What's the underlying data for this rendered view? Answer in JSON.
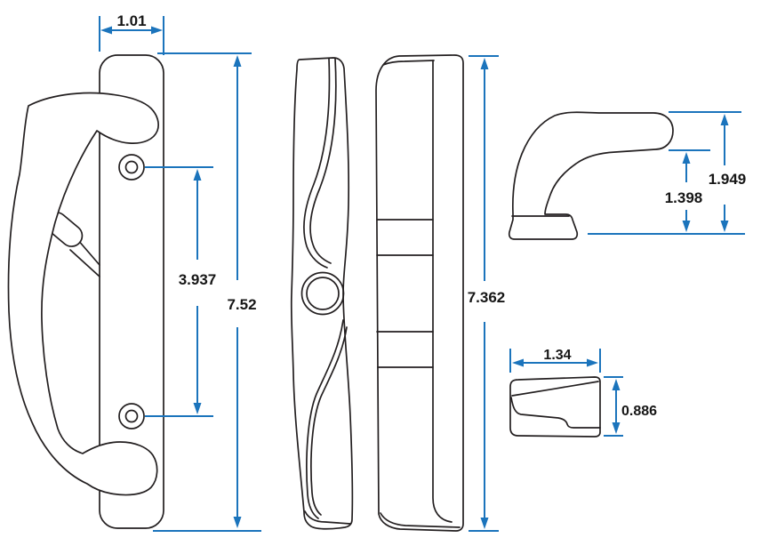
{
  "colors": {
    "dimension_line": "#1b74bc",
    "outline": "#231f20",
    "text": "#161616",
    "background": "#ffffff"
  },
  "views": {
    "front": {
      "dims": {
        "plate_width": "1.01",
        "hole_spacing": "3.937",
        "plate_height": "7.52"
      }
    },
    "profile": {
      "dims": {
        "height": "7.362"
      }
    },
    "exterior_handle": {
      "dims": {
        "overall_height": "1.949",
        "grip_height": "1.398"
      }
    },
    "latch": {
      "dims": {
        "width": "1.34",
        "height": "0.886"
      }
    }
  }
}
